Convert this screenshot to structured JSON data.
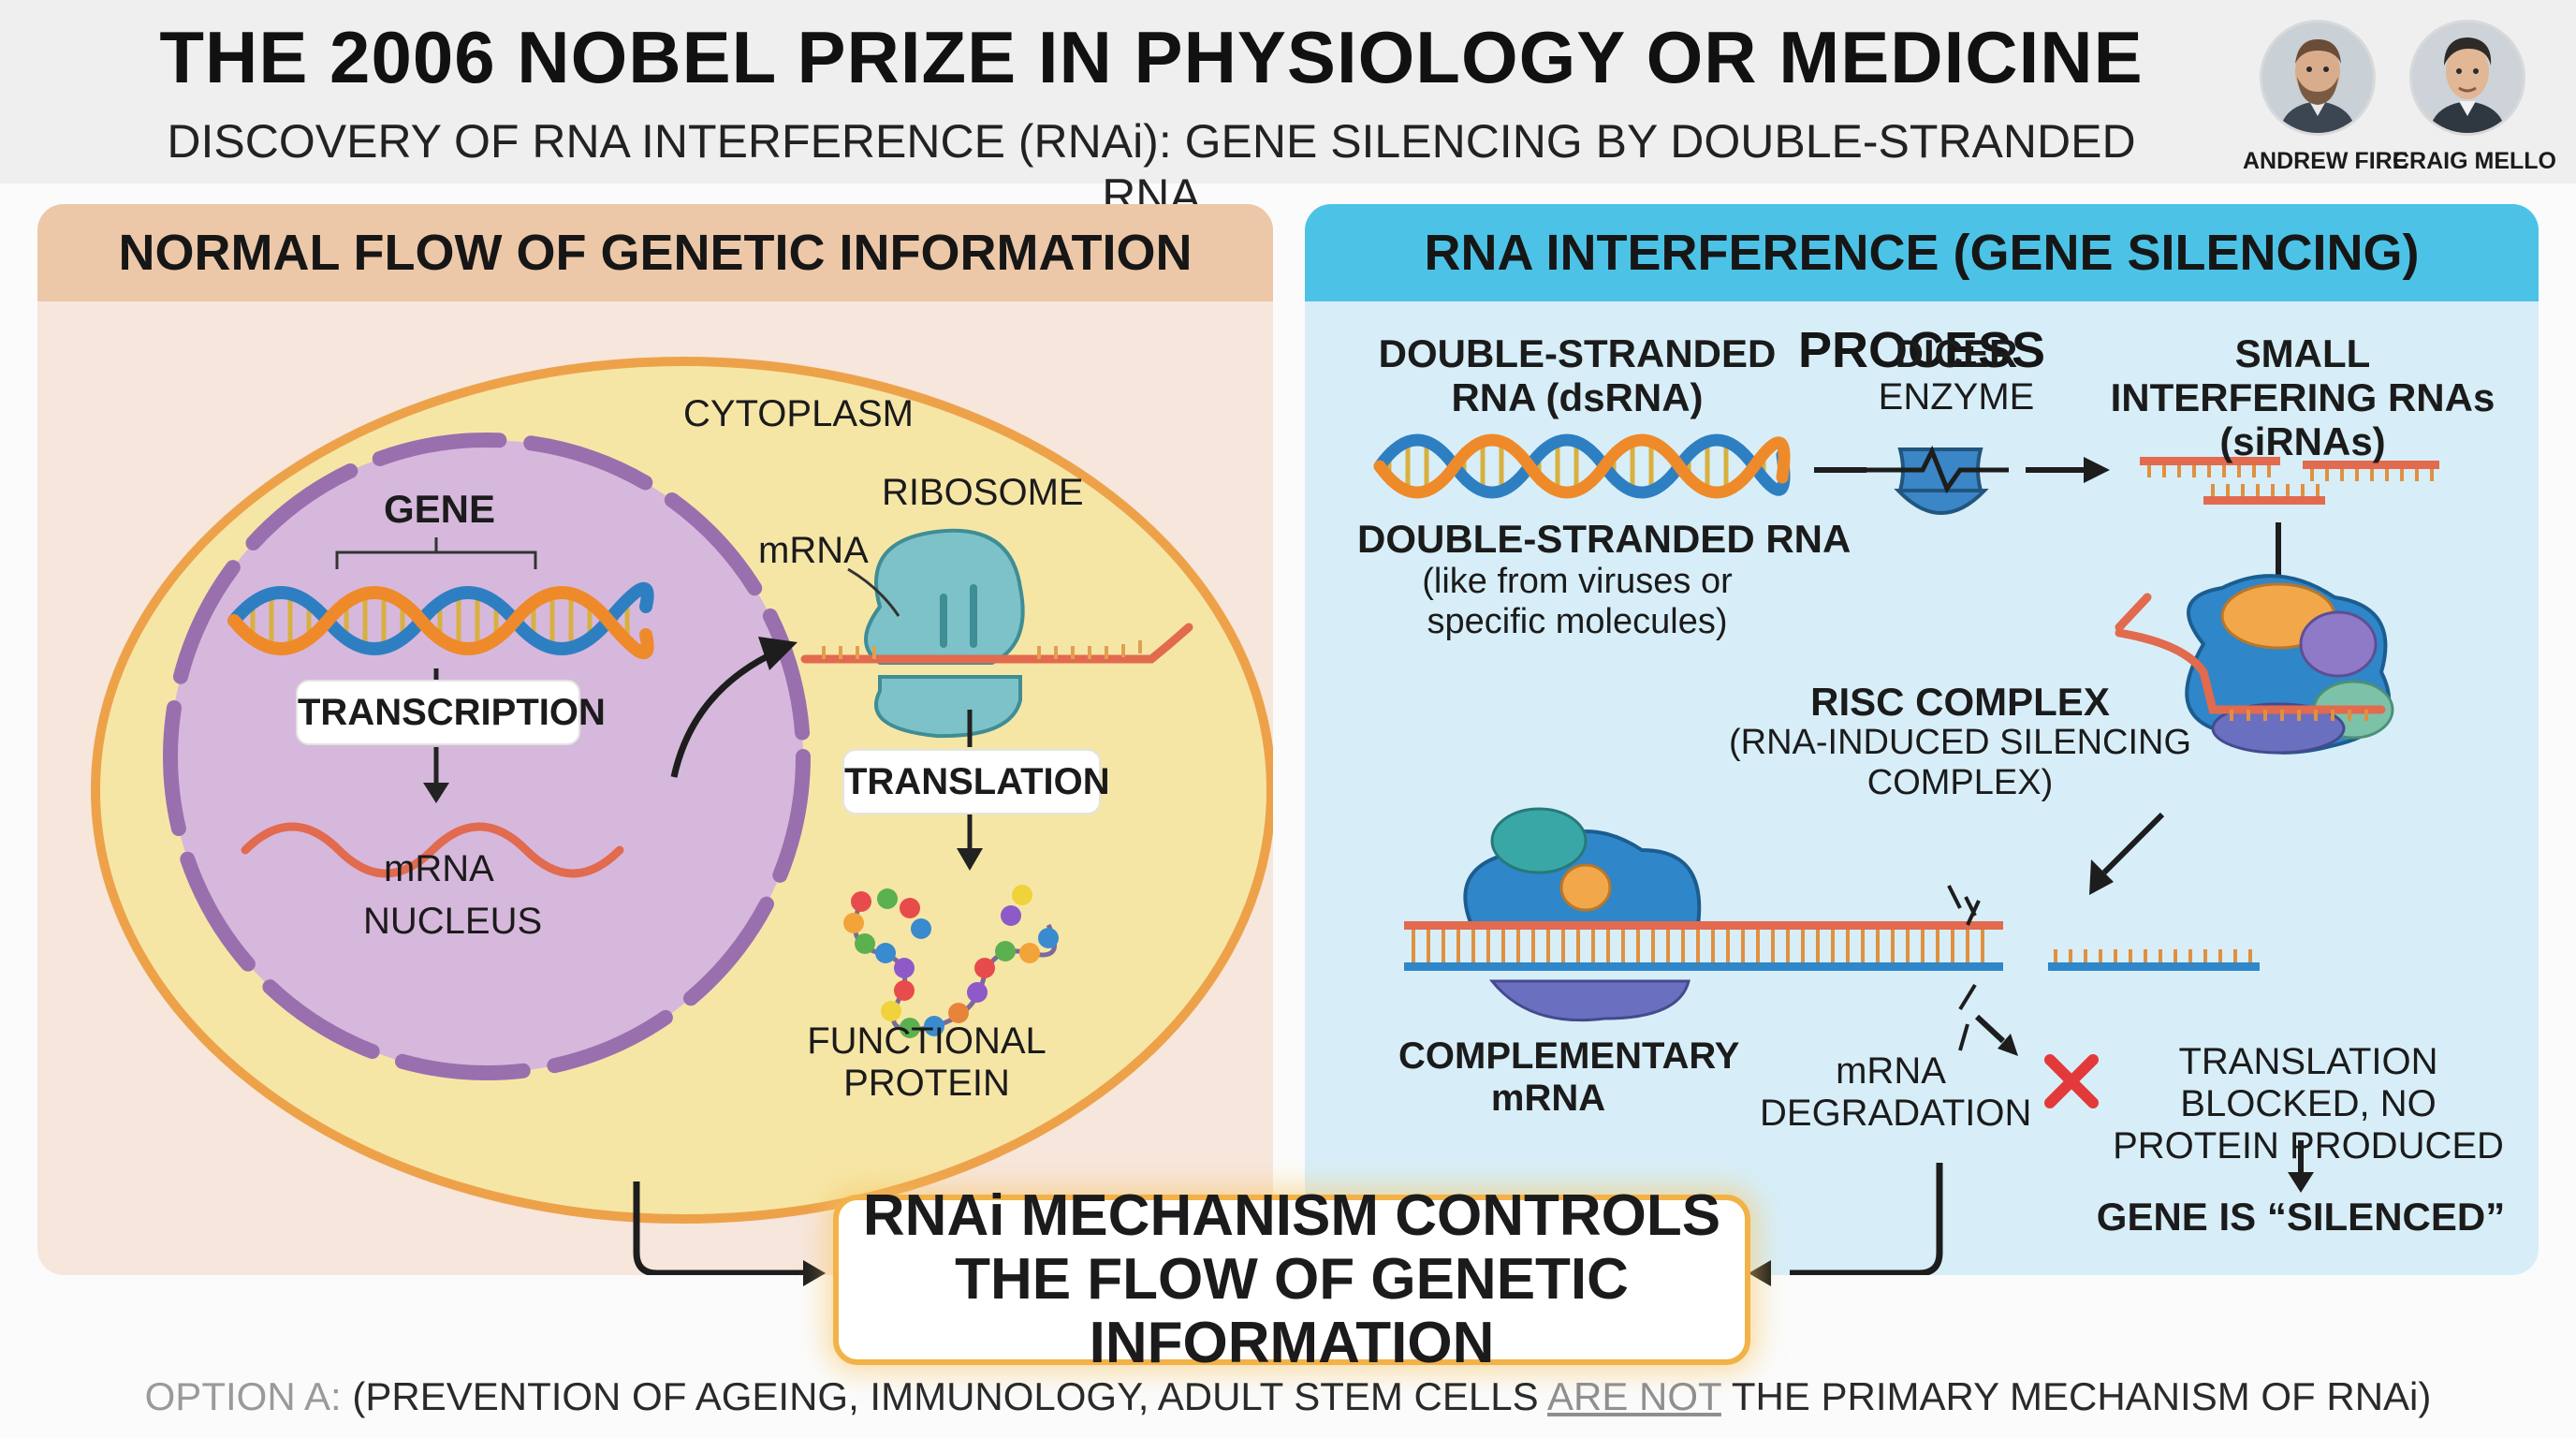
{
  "header": {
    "title": "THE 2006 NOBEL PRIZE IN PHYSIOLOGY OR MEDICINE",
    "subtitle": "DISCOVERY OF RNA INTERFERENCE (RNAi): GENE SILENCING BY DOUBLE-STRANDED RNA",
    "laureates": [
      {
        "name": "ANDREW FIRE"
      },
      {
        "name": "CRAIG MELLO"
      }
    ]
  },
  "left_panel": {
    "title": "NORMAL FLOW OF GENETIC INFORMATION",
    "labels": {
      "cytoplasm": "CYTOPLASM",
      "gene": "GENE",
      "transcription": "TRANSCRIPTION",
      "mrna_nucleus": "mRNA",
      "nucleus": "NUCLEUS",
      "ribosome": "RIBOSOME",
      "mrna_cyto": "mRNA",
      "translation": "TRANSLATION",
      "functional_protein": "FUNCTIONAL PROTEIN"
    }
  },
  "right_panel": {
    "title": "RNA INTERFERENCE (GENE SILENCING) PROCESS",
    "labels": {
      "dsrna_title": "DOUBLE-STRANDED RNA (dsRNA)",
      "dicer_title": "DICER",
      "dicer_sub": "ENZYME",
      "sirna_title": "SMALL INTERFERING RNAs (siRNAs)",
      "dsrna_caption": "DOUBLE-STRANDED RNA",
      "dsrna_note": "(like from viruses or specific molecules)",
      "risc_title": "RISC COMPLEX",
      "risc_sub": "(RNA-INDUCED SILENCING COMPLEX)",
      "complementary": "COMPLEMENTARY mRNA",
      "degradation": "mRNA DEGRADATION",
      "blocked": "TRANSLATION BLOCKED, NO PROTEIN PRODUCED",
      "silenced": "GENE IS “SILENCED”"
    }
  },
  "conclusion": "RNAi MECHANISM CONTROLS THE FLOW OF GENETIC INFORMATION",
  "footnote": {
    "prefix": "OPTION A:",
    "part1": "(PREVENTION OF AGEING, IMMUNOLOGY, ADULT STEM CELLS",
    "emphasis": "ARE NOT",
    "part2": "THE PRIMARY MECHANISM OF RNAi)"
  },
  "colors": {
    "helix_blue": "#2e7fc2",
    "helix_orange": "#ef8a2a",
    "nucleus": "#d6b8dc",
    "nucleus_border": "#9a6fae",
    "cell": "#f6e6a6",
    "cell_border": "#eda24a",
    "ribosome": "#7cc2c8",
    "mrna": "#e26a4e",
    "risc_blue": "#2f86c8",
    "stop_red": "#e23a3a"
  }
}
